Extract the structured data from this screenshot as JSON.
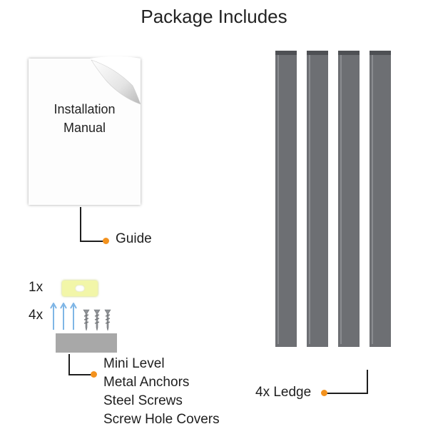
{
  "title": "Package Includes",
  "manual": {
    "line1": "Installation",
    "line2": "Manual",
    "callout": "Guide"
  },
  "hardware": {
    "level_count": "1x",
    "anchor_screw_count": "4x",
    "items": [
      "Mini Level",
      "Metal Anchors",
      "Steel Screws",
      "Screw Hole Covers"
    ]
  },
  "ledge": {
    "label": "4x Ledge",
    "quantity": 4
  },
  "colors": {
    "accent_dot": "#f3921e",
    "ledge_gray": "#6d6f73",
    "anchor_blue": "#7fb6e6",
    "level_yellow": "#f2f6a8",
    "cover_gray": "#a8a8a8"
  },
  "icons": [
    "paper-curl-icon",
    "bubble-level-icon",
    "wall-anchor-icon",
    "screw-icon"
  ]
}
